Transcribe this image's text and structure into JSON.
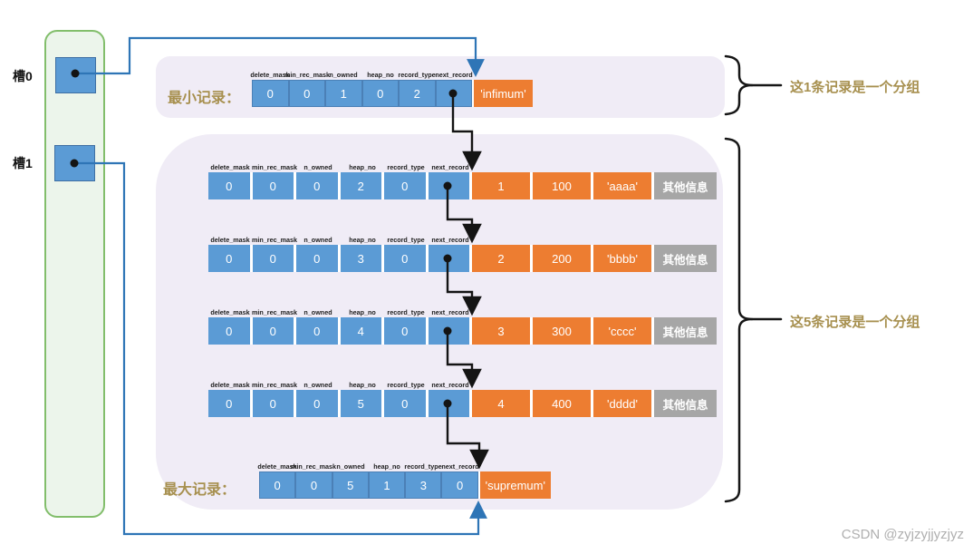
{
  "diagram_title": "",
  "slot_panel": {
    "slots": [
      {
        "label": "槽0"
      },
      {
        "label": "槽1"
      }
    ]
  },
  "field_headers": [
    "delete_mask",
    "min_rec_mask",
    "n_owned",
    "heap_no",
    "record_type",
    "next_record"
  ],
  "infimum_row": {
    "label": "最小记录：",
    "header_values": [
      "0",
      "0",
      "1",
      "0",
      "2",
      ""
    ],
    "pointer_dot_in_next_record": true,
    "data_cell": "'infimum'"
  },
  "records": [
    {
      "header_values": [
        "0",
        "0",
        "0",
        "2",
        "0",
        ""
      ],
      "pointer_dot_in_next_record": true,
      "data_cells": [
        "1",
        "100",
        "'aaaa'"
      ],
      "other_info": "其他信息"
    },
    {
      "header_values": [
        "0",
        "0",
        "0",
        "3",
        "0",
        ""
      ],
      "pointer_dot_in_next_record": true,
      "data_cells": [
        "2",
        "200",
        "'bbbb'"
      ],
      "other_info": "其他信息"
    },
    {
      "header_values": [
        "0",
        "0",
        "0",
        "4",
        "0",
        ""
      ],
      "pointer_dot_in_next_record": true,
      "data_cells": [
        "3",
        "300",
        "'cccc'"
      ],
      "other_info": "其他信息"
    },
    {
      "header_values": [
        "0",
        "0",
        "0",
        "5",
        "0",
        ""
      ],
      "pointer_dot_in_next_record": true,
      "data_cells": [
        "4",
        "400",
        "'dddd'"
      ],
      "other_info": "其他信息"
    }
  ],
  "supremum_row": {
    "label": "最大记录：",
    "header_values": [
      "0",
      "0",
      "5",
      "1",
      "3",
      "0"
    ],
    "pointer_dot_in_next_record": false,
    "data_cell": "'supremum'"
  },
  "annotations": [
    {
      "text": "这1条记录是一个分组"
    },
    {
      "text": "这5条记录是一个分组"
    }
  ],
  "watermark": "CSDN @zyjzyjjyzjyz",
  "shapes": {
    "next_record_pointer_dot": "●",
    "pointer_arrow": "→",
    "group_brace": "}"
  },
  "colors": {
    "record_fixed_cell_blue": "#5B9BD5",
    "record_fixed_cell_border": "#4B80B6",
    "record_data_cell_orange": "#ED7D31",
    "other_info_cell_gray": "#A6A6A6",
    "group_background_lavender": "#F0ECF6",
    "slot_panel_fill_green": "#ECF5EB",
    "slot_panel_border_green": "#82BE6B",
    "label_gold": "#A7904F",
    "pointer_line_blue": "#2E75B6",
    "pointer_line_black": "#141414",
    "watermark_gray": "#AFAFAF"
  }
}
